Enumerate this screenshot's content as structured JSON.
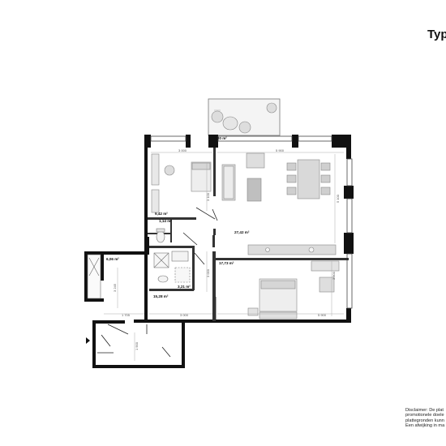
{
  "header": {
    "title": "Typ"
  },
  "areas": {
    "balcony": "4,20 m²",
    "bedroom_small": "9,42 m²",
    "toilet": "1,14 m²",
    "living": "27,42 m²",
    "bedroom_main": "17,73 m²",
    "storage": "6,06 m²",
    "bathroom": "3,21 m²",
    "hall": "15,28 m²"
  },
  "dimensions": {
    "bedroom_small_width": "3 000",
    "living_width": "5 900",
    "living_depth": "5 100",
    "bedroom_small_depth": "3 100",
    "hall_depth": "3 000",
    "bedroom_main_depth": "3 800",
    "bedroom_main_width": "5 900",
    "hall_width": "3 000",
    "storage_width": "1 705",
    "storage_depth": "3 245",
    "entry_depth": "1 900"
  },
  "disclaimer": {
    "line1": "Disclaimer: De plat",
    "line2": "promotionele doele",
    "line3": "plattegronden kunn",
    "line4": "Een afwijking in ma"
  }
}
